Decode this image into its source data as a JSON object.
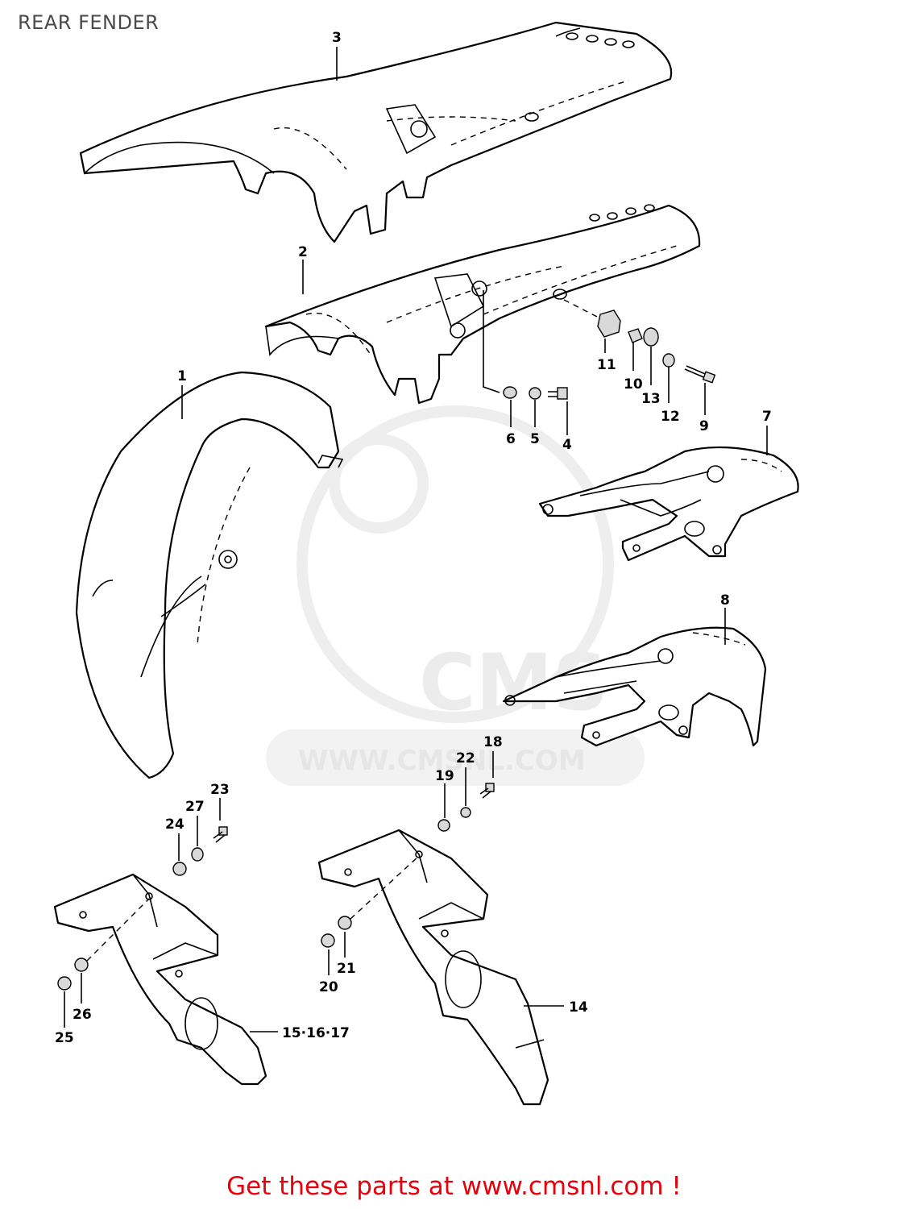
{
  "page": {
    "title": "REAR FENDER",
    "footer": "Get these parts at www.cmsnl.com !"
  },
  "watermark": {
    "logo": "CMS",
    "url": "WWW.CMSNL.COM"
  },
  "callouts": {
    "c1": "1",
    "c2": "2",
    "c3": "3",
    "c4": "4",
    "c5": "5",
    "c6": "6",
    "c7": "7",
    "c8": "8",
    "c9": "9",
    "c10": "10",
    "c11": "11",
    "c12": "12",
    "c13": "13",
    "c14": "14",
    "c15": "15·16·17",
    "c18": "18",
    "c19": "19",
    "c20": "20",
    "c21": "21",
    "c22": "22",
    "c23": "23",
    "c24": "24",
    "c25": "25",
    "c26": "26",
    "c27": "27"
  }
}
